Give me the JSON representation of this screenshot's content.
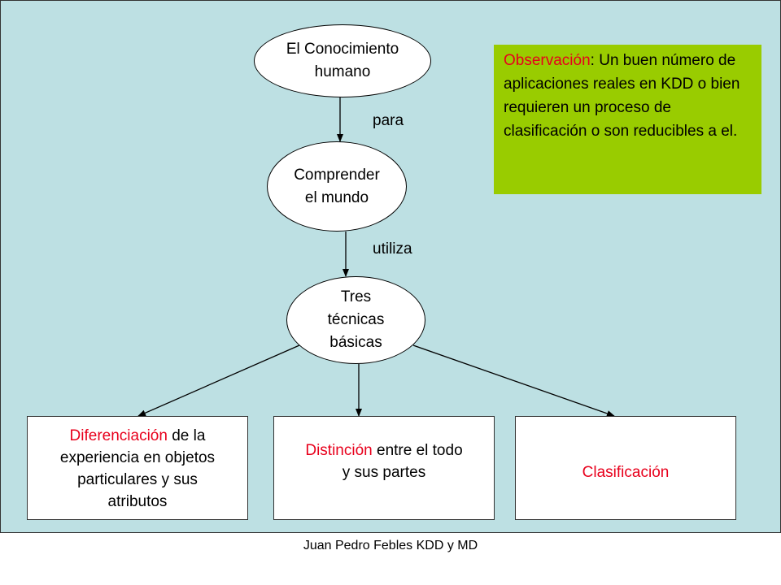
{
  "nodes": {
    "conocimiento": {
      "line1": "El Conocimiento",
      "line2": "humano"
    },
    "comprender": {
      "line1": "Comprender",
      "line2": "el mundo"
    },
    "tecnicas": {
      "line1": "Tres",
      "line2": "técnicas",
      "line3": "básicas"
    }
  },
  "edges": {
    "para": "para",
    "utiliza": "utiliza"
  },
  "boxes": {
    "diferenciacion": {
      "highlight": "Diferenciación",
      "rest_line1": " de la",
      "line2": "experiencia en objetos",
      "line3": "particulares y sus",
      "line4": "atributos"
    },
    "distincion": {
      "highlight": "Distinción",
      "rest_line1": " entre el todo",
      "line2": "y sus partes"
    },
    "clasificacion": {
      "highlight": "Clasificación"
    }
  },
  "note": {
    "highlight": "Observación",
    "text": ": Un buen número de aplicaciones reales en KDD o bien requieren un proceso de clasificación o son reducibles a el."
  },
  "footer": "Juan Pedro Febles KDD y MD",
  "colors": {
    "slide_background": "#bde0e3",
    "note_background": "#99cc00",
    "highlight": "#e8001c"
  }
}
